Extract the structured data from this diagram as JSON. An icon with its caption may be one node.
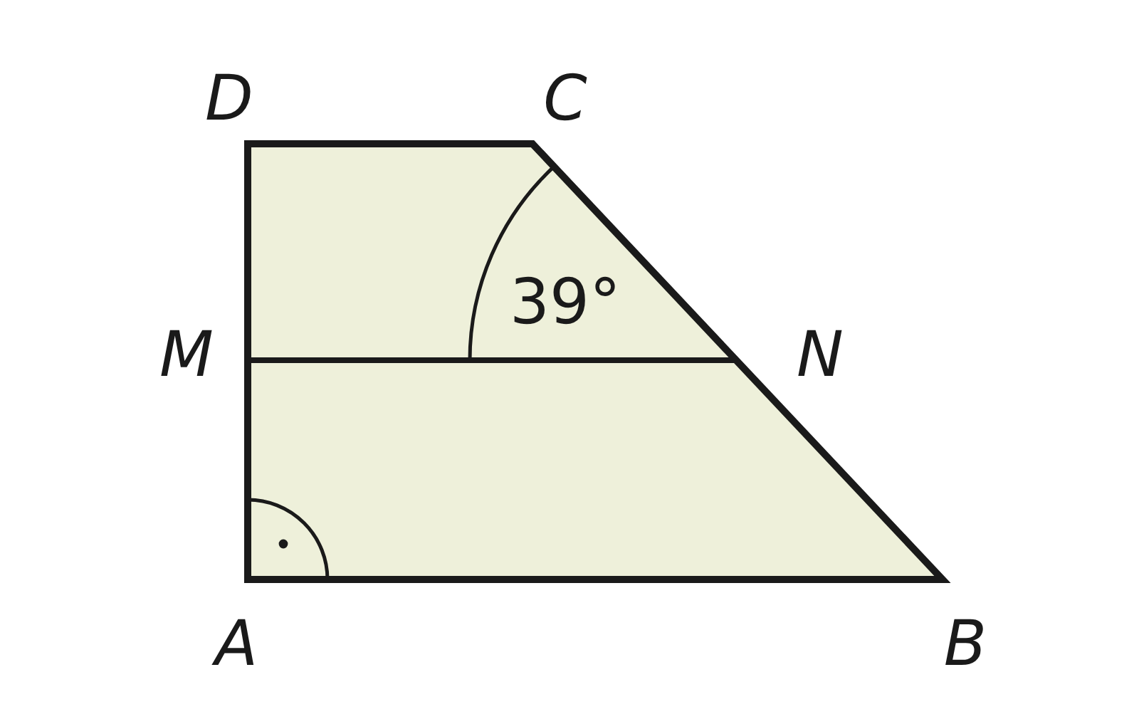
{
  "diagram": {
    "labels": [
      "D",
      "C",
      "39°",
      "M",
      "N",
      "A",
      "B"
    ]
  }
}
